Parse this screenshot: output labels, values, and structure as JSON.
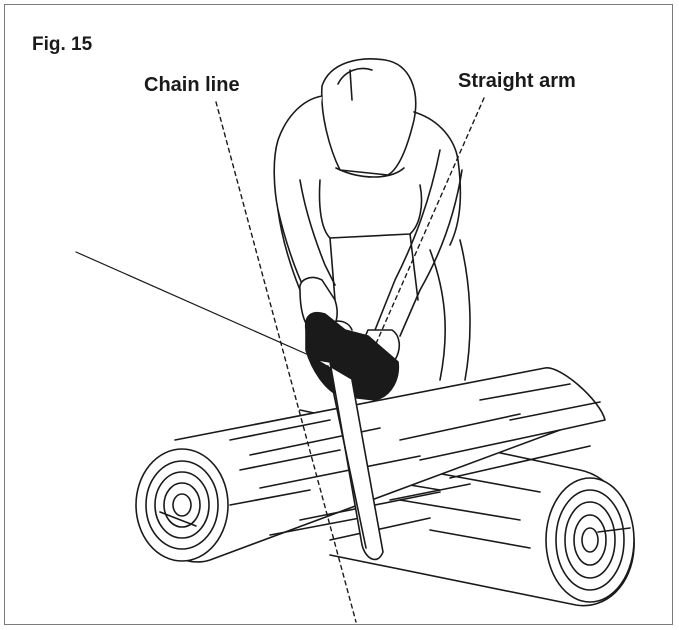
{
  "figure": {
    "number": "Fig. 15",
    "callouts": {
      "chain_line": "Chain line",
      "straight_arm": "Straight arm"
    }
  },
  "colors": {
    "ink": "#1a1a1a",
    "frame": "#7a7a7a",
    "background": "#ffffff"
  }
}
